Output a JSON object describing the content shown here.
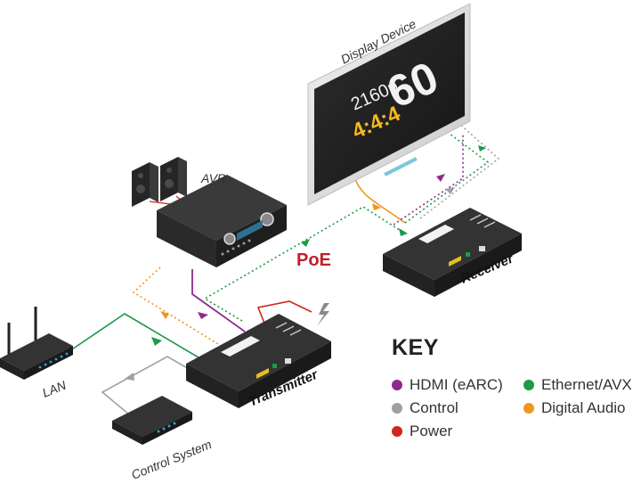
{
  "labels": {
    "display_device": "Display Device",
    "screen_res": "2160p",
    "screen_rate": "60",
    "screen_chroma": "4:4:4",
    "avr": "AVR",
    "poe": "PoE",
    "receiver": "Receiver",
    "transmitter": "Transmitter",
    "lan": "LAN",
    "control_system": "Control System"
  },
  "key": {
    "title": "KEY",
    "items": [
      {
        "label": "HDMI (eARC)",
        "color": "#8e2a8e"
      },
      {
        "label": "Ethernet/AVX",
        "color": "#1e9a4a"
      },
      {
        "label": "Control",
        "color": "#a0a0a0"
      },
      {
        "label": "Digital Audio",
        "color": "#f0951e"
      },
      {
        "label": "Power",
        "color": "#d0261e"
      }
    ]
  },
  "colors": {
    "hdmi": "#8e2a8e",
    "ethernet": "#1e9a4a",
    "control": "#a0a0a0",
    "audio": "#f0951e",
    "power": "#d0261e",
    "device_dark": "#262626",
    "screen_yellow": "#f5b81e"
  }
}
